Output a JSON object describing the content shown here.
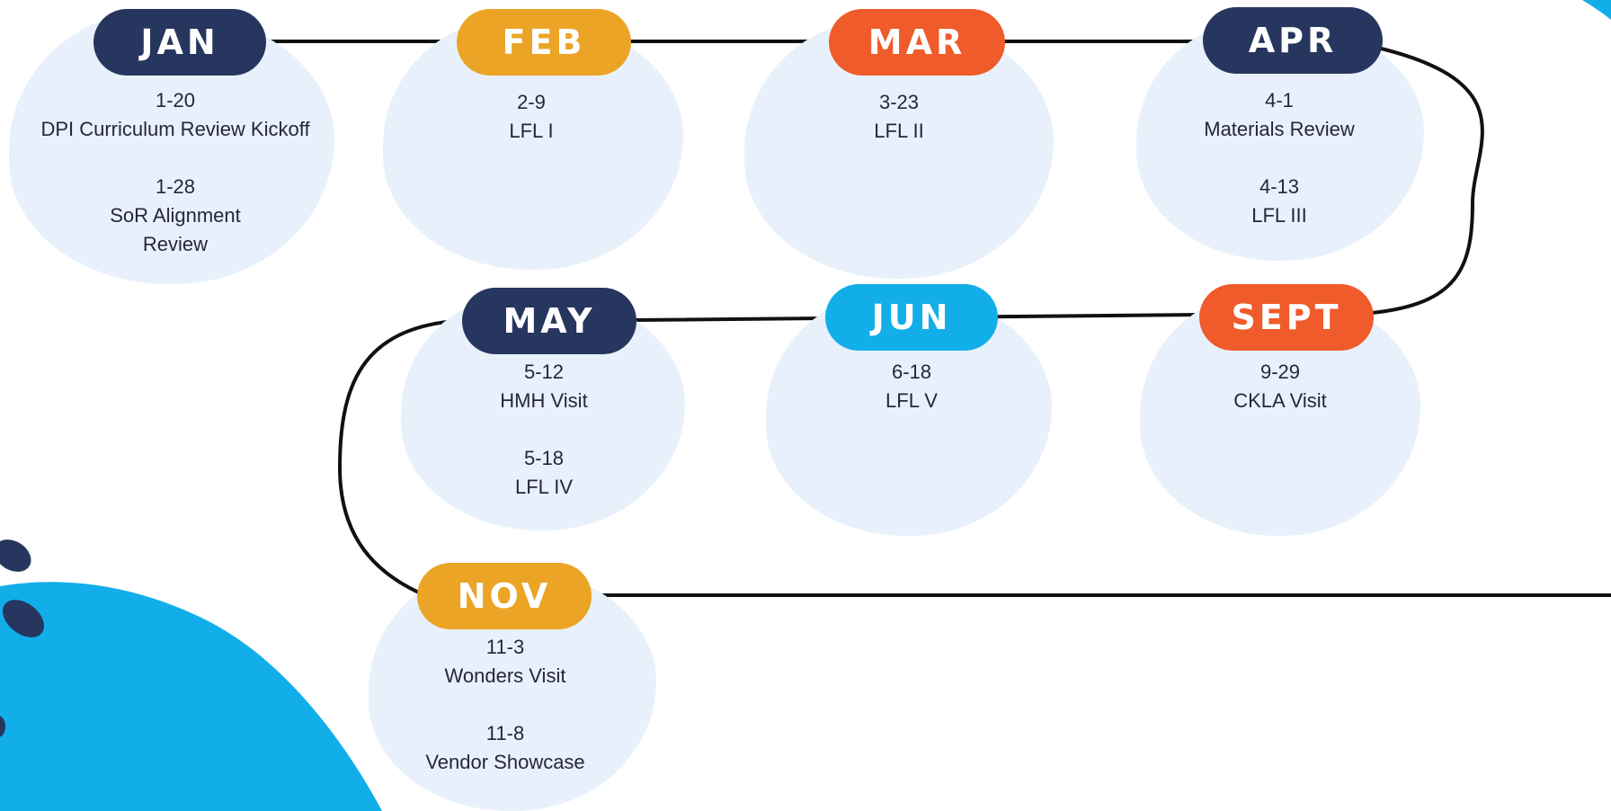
{
  "colors": {
    "navy": "#26365e",
    "gold": "#eba425",
    "orange": "#ef5b2a",
    "sky": "#12aee9",
    "blob": "#e8f1fb",
    "line": "#111111",
    "text": "#26263a"
  },
  "months": [
    {
      "id": "jan",
      "label": "JAN",
      "color": "#26365e",
      "events": [
        {
          "date": "1-20",
          "lines": [
            "DPI Curriculum Review Kickoff"
          ]
        },
        {
          "date": "1-28",
          "lines": [
            "SoR Alignment",
            "Review"
          ]
        }
      ]
    },
    {
      "id": "feb",
      "label": "FEB",
      "color": "#eba425",
      "events": [
        {
          "date": "2-9",
          "lines": [
            "LFL I"
          ]
        }
      ]
    },
    {
      "id": "mar",
      "label": "MAR",
      "color": "#ef5b2a",
      "events": [
        {
          "date": "3-23",
          "lines": [
            "LFL II"
          ]
        }
      ]
    },
    {
      "id": "apr",
      "label": "APR",
      "color": "#26365e",
      "events": [
        {
          "date": "4-1",
          "lines": [
            "Materials Review"
          ]
        },
        {
          "date": "4-13",
          "lines": [
            "LFL III"
          ]
        }
      ]
    },
    {
      "id": "may",
      "label": "MAY",
      "color": "#26365e",
      "events": [
        {
          "date": "5-12",
          "lines": [
            "HMH Visit"
          ]
        },
        {
          "date": "5-18",
          "lines": [
            "LFL IV"
          ]
        }
      ]
    },
    {
      "id": "jun",
      "label": "JUN",
      "color": "#12aee9",
      "events": [
        {
          "date": "6-18",
          "lines": [
            "LFL V"
          ]
        }
      ]
    },
    {
      "id": "sept",
      "label": "SEPT",
      "color": "#ef5b2a",
      "events": [
        {
          "date": "9-29",
          "lines": [
            "CKLA Visit"
          ]
        }
      ]
    },
    {
      "id": "nov",
      "label": "NOV",
      "color": "#eba425",
      "events": [
        {
          "date": "11-3",
          "lines": [
            "Wonders Visit"
          ]
        },
        {
          "date": "11-8",
          "lines": [
            "Vendor Showcase"
          ]
        }
      ]
    }
  ]
}
